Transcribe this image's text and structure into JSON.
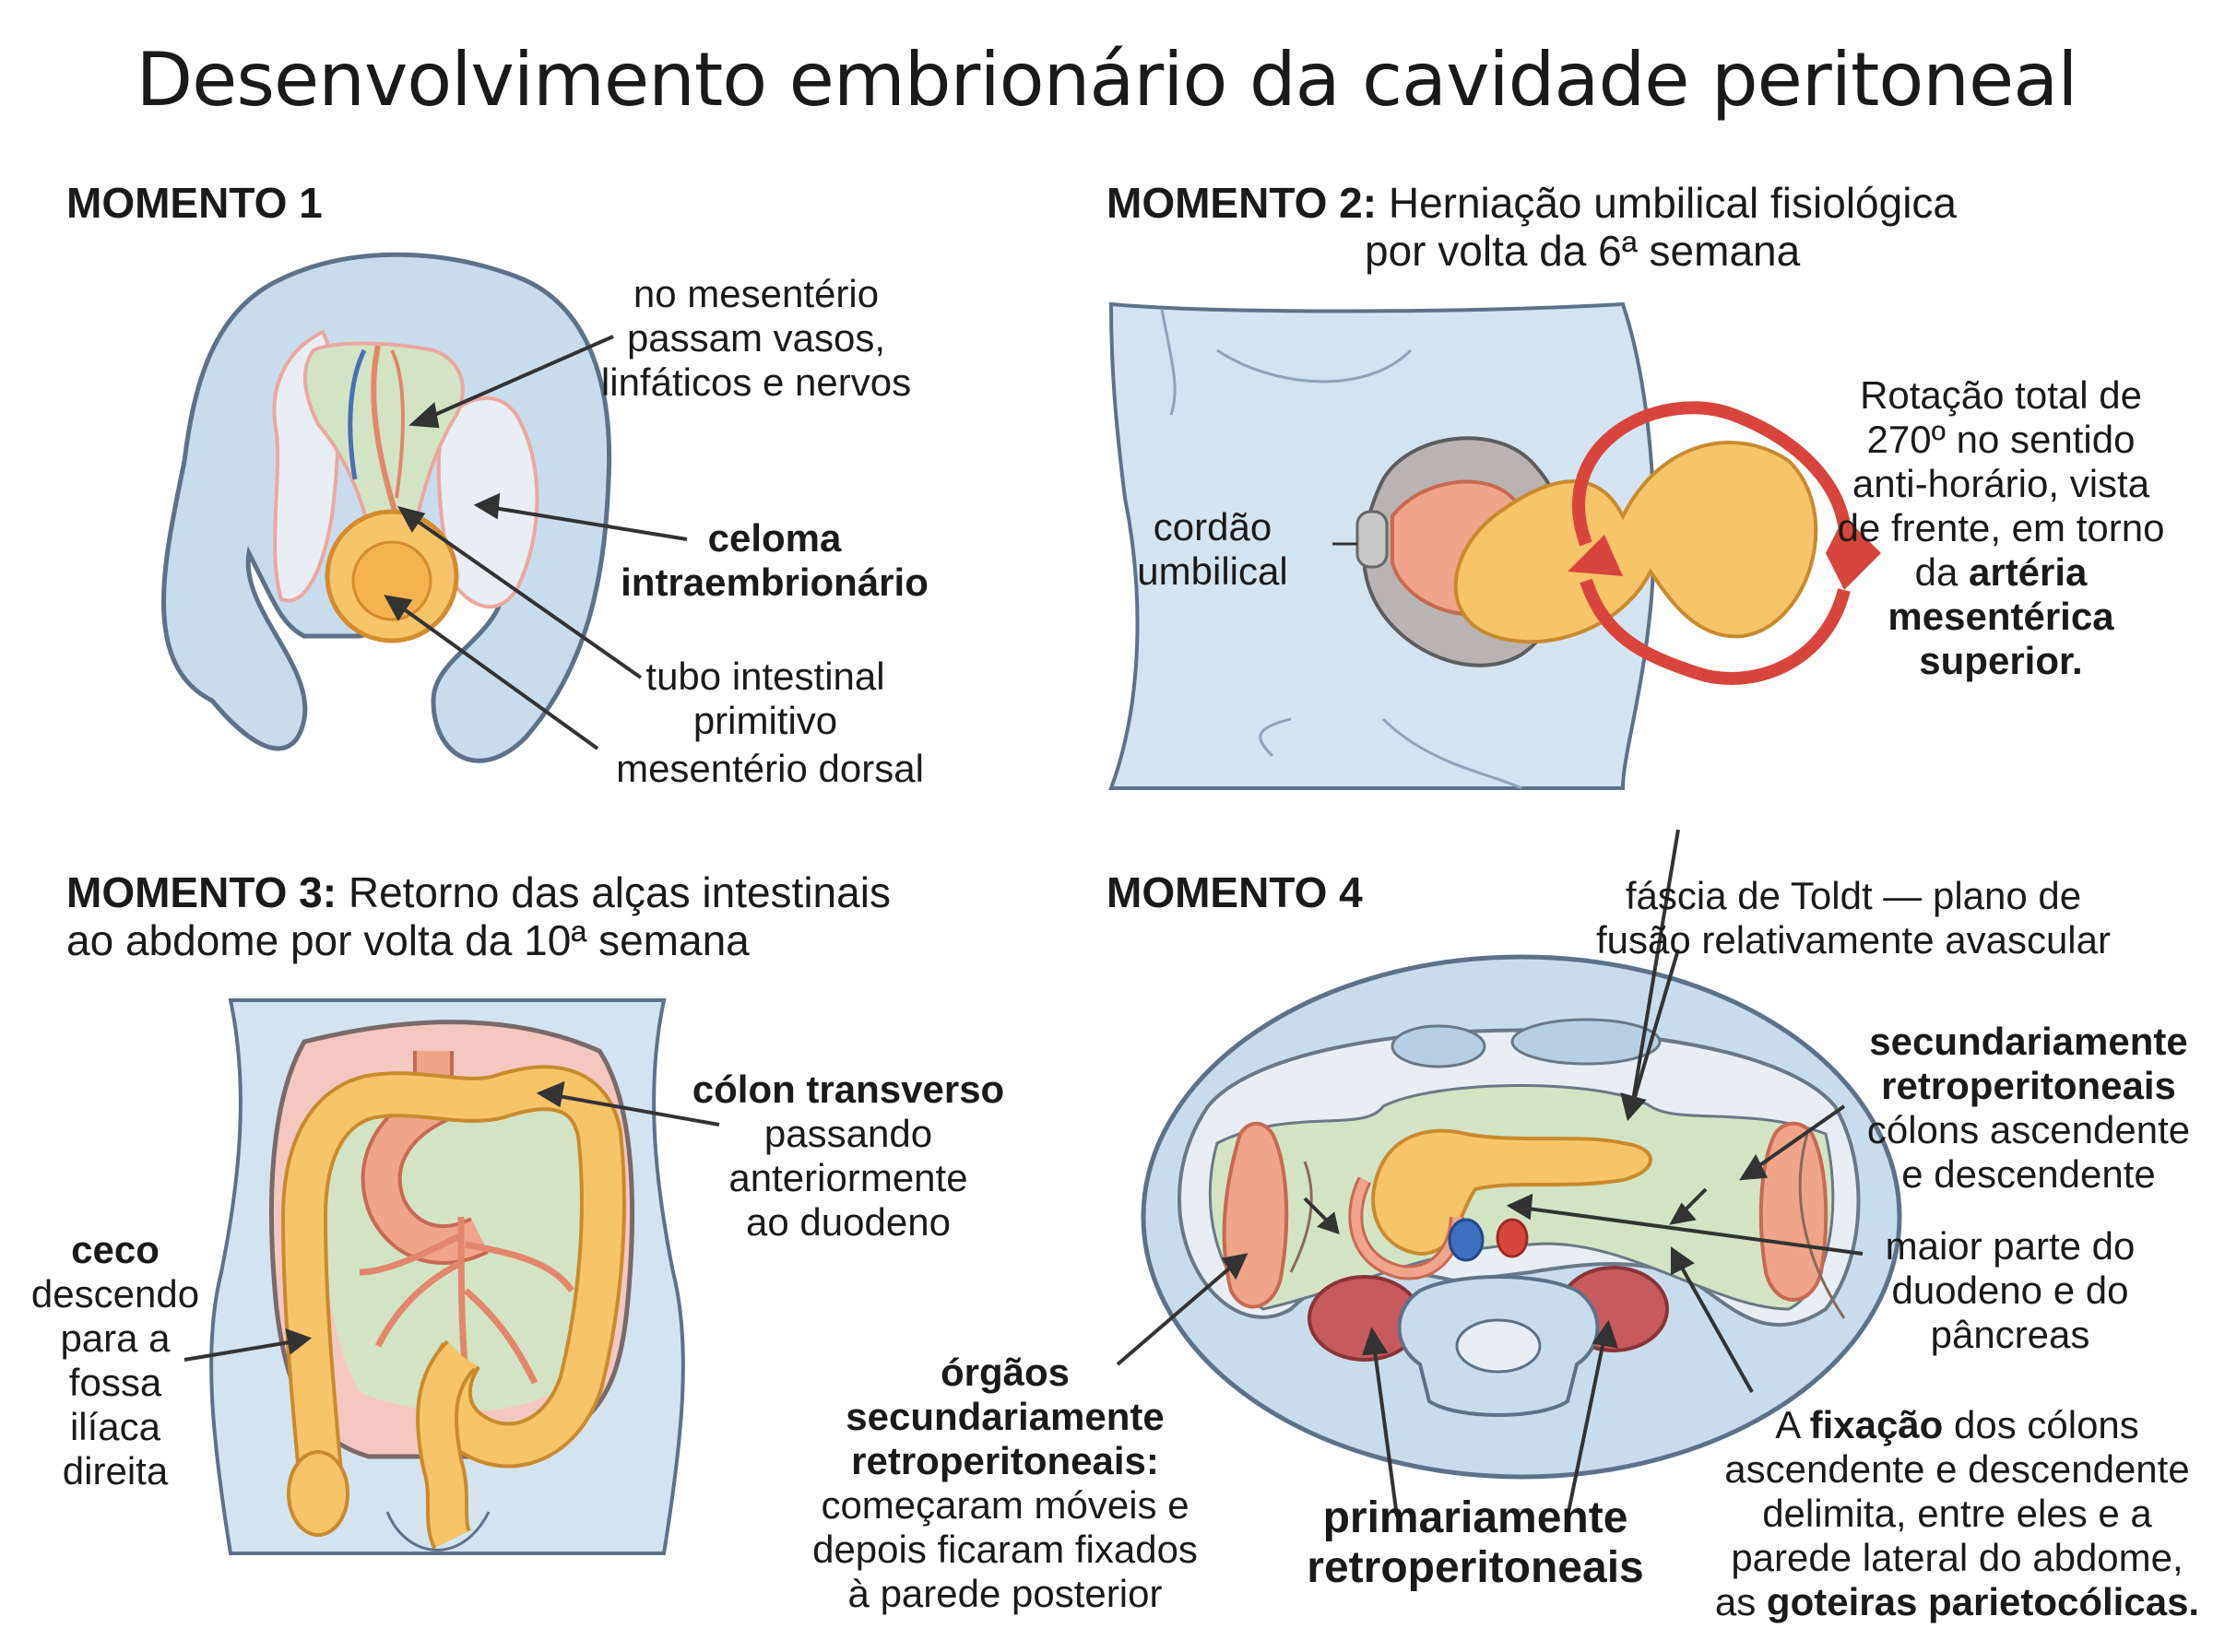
{
  "title": "Desenvolvimento embrionário da cavidade peritoneal",
  "colors": {
    "body_blue": "#c9dcec",
    "body_outline": "#5d7288",
    "mesentery_green": "#d3e4c4",
    "gut_orange": "#f7c46a",
    "colon_pink": "#f0a48a",
    "rotation_red": "#d8453c",
    "kidney": "#c75a5e",
    "peritoneum_pink": "#f4c8c0"
  },
  "m1": {
    "heading": "MOMENTO 1",
    "label_vessels": [
      "no mesentério",
      "passam vasos,",
      "linfáticos e nervos"
    ],
    "label_coelom": [
      "celoma",
      "intraembrionário"
    ],
    "label_gut": [
      "tubo intestinal",
      "primitivo"
    ],
    "label_dorsal": "mesentério dorsal"
  },
  "m2": {
    "heading_bold": "MOMENTO 2:",
    "heading_rest": "Herniação umbilical fisiológica",
    "heading_line2": "por volta da 6ª semana",
    "label_cord": [
      "cordão",
      "umbilical"
    ],
    "label_rotation_1": "Rotação total de",
    "label_rotation_2": "270º no sentido",
    "label_rotation_3": "anti-horário, vista",
    "label_rotation_4": "de frente, em torno",
    "label_rotation_5_pre": "da ",
    "label_rotation_5_bold": "artéria",
    "label_rotation_6": "mesentérica",
    "label_rotation_7": "superior."
  },
  "m3": {
    "heading_bold": "MOMENTO 3:",
    "heading_rest": "Retorno das alças intestinais",
    "heading_line2": "ao abdome por volta da 10ª semana",
    "label_colon_bold": "cólon transverso",
    "label_colon_rest": [
      "passando",
      "anteriormente",
      "ao duodeno"
    ],
    "label_cecum_bold": "ceco",
    "label_cecum_rest": [
      "descendo",
      "para a",
      "fossa",
      "ilíaca",
      "direita"
    ]
  },
  "m4": {
    "heading": "MOMENTO 4",
    "label_toldt": [
      "fáscia de Toldt — plano de",
      "fusão relativamente avascular"
    ],
    "label_secondary_bold": [
      "secundariamente",
      "retroperitoneais"
    ],
    "label_secondary_rest": [
      "cólons ascendente",
      "e descendente"
    ],
    "label_duodenum": [
      "maior parte do",
      "duodeno e do",
      "pâncreas"
    ],
    "label_organs_bold": [
      "órgãos",
      "secundariamente",
      "retroperitoneais:"
    ],
    "label_organs_rest": [
      "começaram móveis e",
      "depois ficaram fixados",
      "à parede posterior"
    ],
    "label_primary": [
      "primariamente",
      "retroperitoneais"
    ],
    "label_fix_pre": "A ",
    "label_fix_bold": "fixação",
    "label_fix_post": " dos cólons",
    "label_fix_lines": [
      "ascendente e descendente",
      "delimita, entre eles e a",
      "parede lateral do abdome,"
    ],
    "label_fix_last_pre": "as ",
    "label_fix_last_bold": "goteiras parietocólicas."
  }
}
